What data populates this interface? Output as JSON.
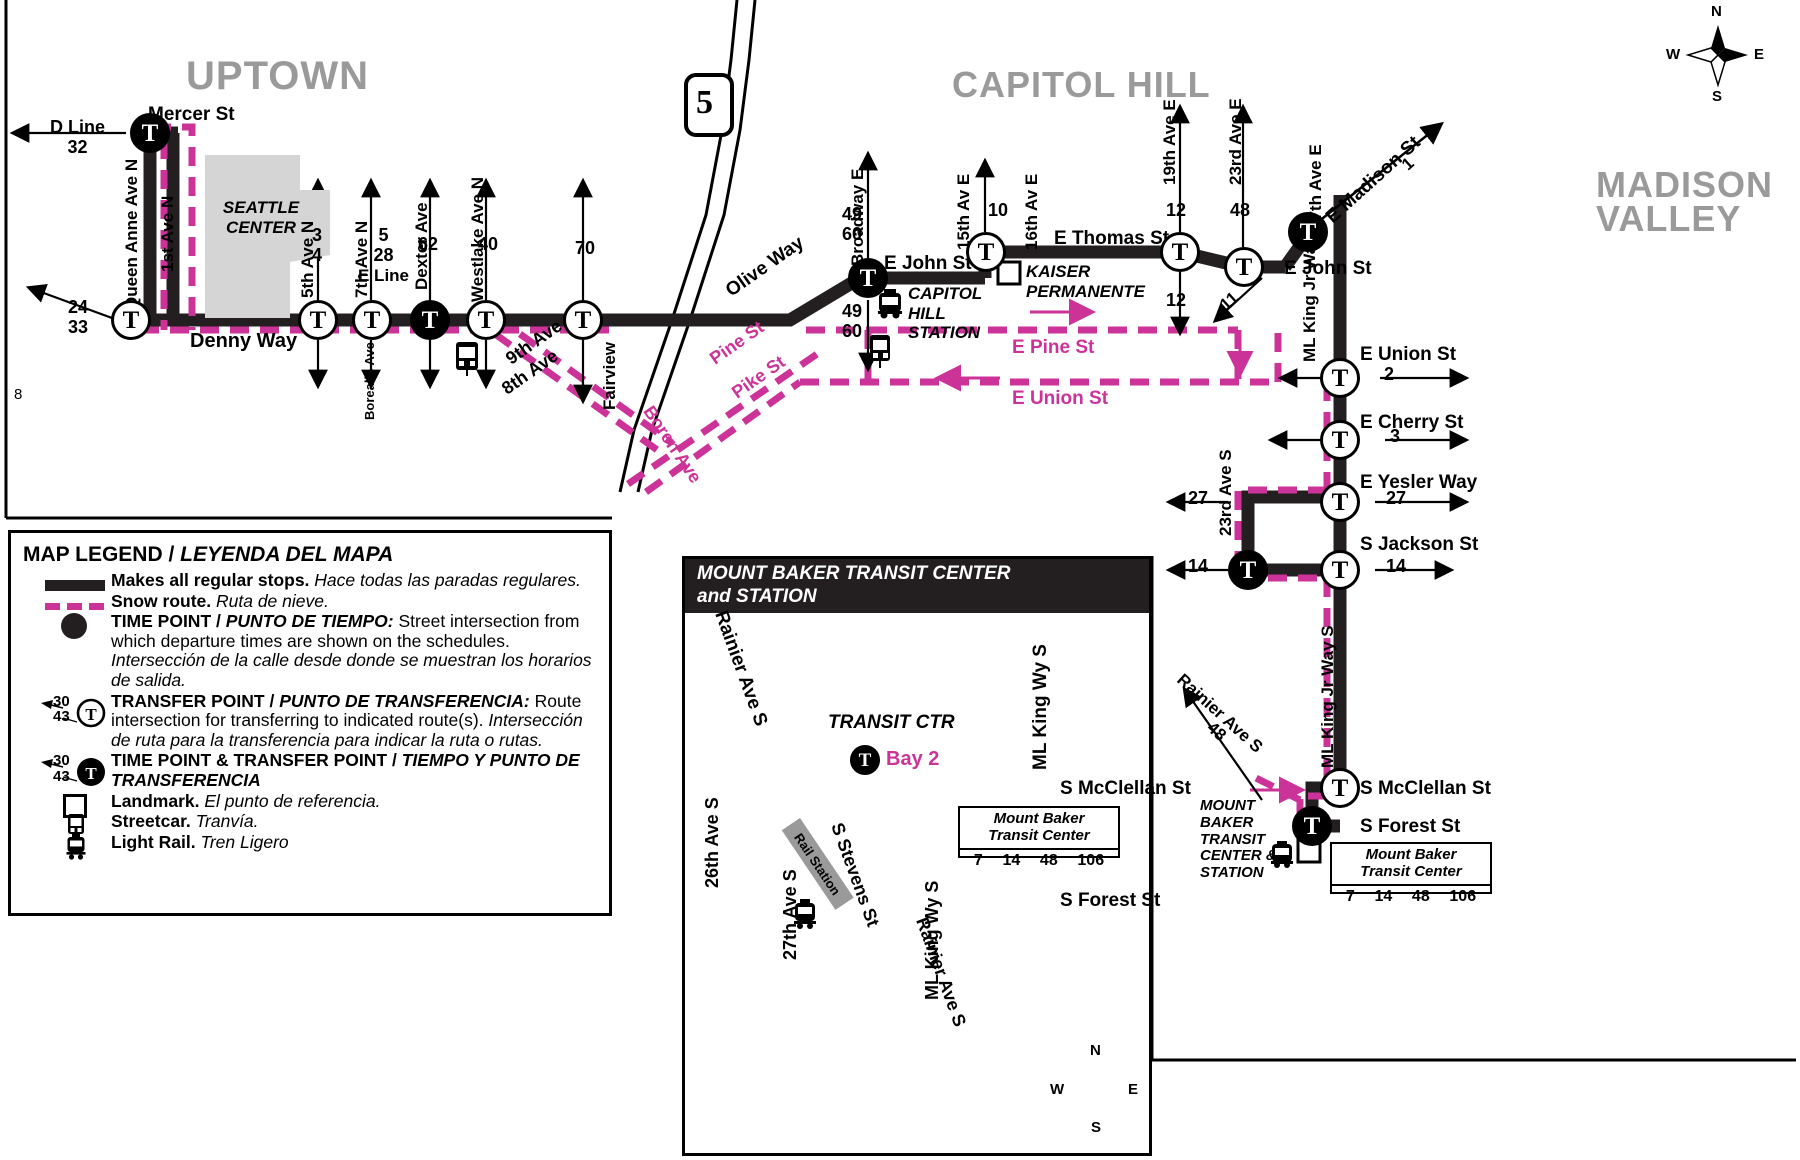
{
  "page": {
    "number": "8"
  },
  "neighborhoods": [
    {
      "name": "UPTOWN"
    },
    {
      "name": "CAPITOL HILL"
    },
    {
      "name": "MADISON VALLEY"
    }
  ],
  "landmarks": [
    {
      "label": "SEATTLE CENTER"
    },
    {
      "label": "KAISER PERMANENTE"
    },
    {
      "label": "CAPITOL HILL STATION"
    },
    {
      "label": "MOUNT BAKER TRANSIT CENTER & STATION"
    }
  ],
  "streets": [
    {
      "name": "Mercer St"
    },
    {
      "name": "Denny Way"
    },
    {
      "name": "Queen Anne Ave N"
    },
    {
      "name": "1st Ave N"
    },
    {
      "name": "5th Ave N"
    },
    {
      "name": "7th Ave N"
    },
    {
      "name": "Borealis Ave"
    },
    {
      "name": "Dexter Ave"
    },
    {
      "name": "Westlake Ave N"
    },
    {
      "name": "Fairview"
    },
    {
      "name": "Olive Way"
    },
    {
      "name": "Broadway E"
    },
    {
      "name": "E John St"
    },
    {
      "name": "15th Av E"
    },
    {
      "name": "16th Av E"
    },
    {
      "name": "E Thomas St"
    },
    {
      "name": "19th Ave E"
    },
    {
      "name": "23rd Ave E"
    },
    {
      "name": "27th Ave E"
    },
    {
      "name": "E Madison St"
    },
    {
      "name": "E Pine St"
    },
    {
      "name": "E Union St"
    },
    {
      "name": "E Cherry St"
    },
    {
      "name": "E Yesler Way"
    },
    {
      "name": "S Jackson St"
    },
    {
      "name": "S McClellan St"
    },
    {
      "name": "S Forest St"
    },
    {
      "name": "ML King Jr Way"
    },
    {
      "name": "ML King Jr Way S"
    },
    {
      "name": "23rd Ave S"
    },
    {
      "name": "Rainier Ave S"
    },
    {
      "name": "Pine St"
    },
    {
      "name": "Pike St"
    },
    {
      "name": "Boren Ave"
    },
    {
      "name": "9th Ave"
    },
    {
      "name": "8th Ave"
    }
  ],
  "route_refs": [
    {
      "label": "D Line",
      "extra": "32"
    },
    {
      "label": "24",
      "extra": "33"
    },
    {
      "label": "3",
      "extra": "4"
    },
    {
      "label": "5",
      "extra": "28",
      "extra2": "E Line"
    },
    {
      "label": "62"
    },
    {
      "label": "40"
    },
    {
      "label": "70"
    },
    {
      "label": "49",
      "extra": "60"
    },
    {
      "label": "10"
    },
    {
      "label": "12"
    },
    {
      "label": "48"
    },
    {
      "label": "1"
    },
    {
      "label": "11"
    },
    {
      "label": "2"
    },
    {
      "label": "27"
    },
    {
      "label": "14"
    }
  ],
  "freeway": {
    "shield": "5"
  },
  "legend": {
    "title_en": "MAP LEGEND / ",
    "title_es": "LEYENDA DEL MAPA",
    "rows": [
      {
        "icon": "solid-line-swatch",
        "en": "Makes all regular stops. ",
        "es": "Hace todas las paradas regulares."
      },
      {
        "icon": "dashed-line-swatch",
        "en": "Snow route. ",
        "es": "Ruta de nieve."
      },
      {
        "icon": "filled-dot-swatch",
        "head_en": "TIME POINT",
        "head_sep": " / ",
        "head_es": "PUNTO DE TIEMPO:",
        "en": " Street intersection from which departure times are shown on the schedules. ",
        "es": "Intersección de la calle desde donde se muestran los horarios de salida."
      },
      {
        "icon": "transfer-point-swatch",
        "badge_top": "30",
        "badge_bottom": "43",
        "head_en": "TRANSFER POINT",
        "head_sep": " / ",
        "head_es": "PUNTO DE TRANSFERENCIA:",
        "en": " Route intersection for transferring to indicated route(s). ",
        "es": "Intersección de ruta para la transferencia para indicar la ruta o rutas."
      },
      {
        "icon": "time-and-transfer-point-swatch",
        "badge_top": "30",
        "badge_bottom": "43",
        "head_en": "TIME POINT & TRANSFER POINT",
        "head_sep": " / ",
        "head_es": "TIEMPO Y PUNTO DE TRANSFERENCIA",
        "en": "",
        "es": ""
      },
      {
        "icon": "landmark-square-swatch",
        "en": "Landmark. ",
        "es": "El punto de referencia."
      },
      {
        "icon": "streetcar-icon",
        "en": "Streetcar. ",
        "es": "Tranvía."
      },
      {
        "icon": "light-rail-icon",
        "en": "Light Rail. ",
        "es": "Tren Ligero"
      }
    ]
  },
  "inset": {
    "title_line1": "MOUNT BAKER TRANSIT CENTER",
    "title_line2": "and STATION",
    "streets": [
      "Rainier Ave S",
      "ML King Wy S",
      "S McClellan St",
      "S Forest St",
      "26th Ave S",
      "27th Ave S",
      "S Stevens St",
      "Rainier Ave S"
    ],
    "transit_ctr_label": "TRANSIT CTR",
    "bay_label": "Bay 2",
    "rail_station_label": "Rail Station",
    "route_box": {
      "name_line1": "Mount Baker",
      "name_line2": "Transit Center",
      "routes": [
        "7",
        "14",
        "48",
        "106"
      ]
    },
    "compass": {
      "n": "N",
      "e": "E",
      "s": "S",
      "w": "W"
    }
  },
  "main_route_box": {
    "name_line1": "Mount Baker",
    "name_line2": "Transit Center",
    "routes": [
      "7",
      "14",
      "48",
      "106"
    ]
  },
  "main_compass": {
    "n": "N",
    "e": "E",
    "s": "S",
    "w": "W"
  },
  "mount_baker_side_label": "MOUNT BAKER TRANSIT CENTER & STATION",
  "colors": {
    "route_black": "#231f20",
    "snow_pink": "#cc3399",
    "neighborhood_gray": "#9a9a9a",
    "landmark_fill": "#d5d5d5"
  }
}
